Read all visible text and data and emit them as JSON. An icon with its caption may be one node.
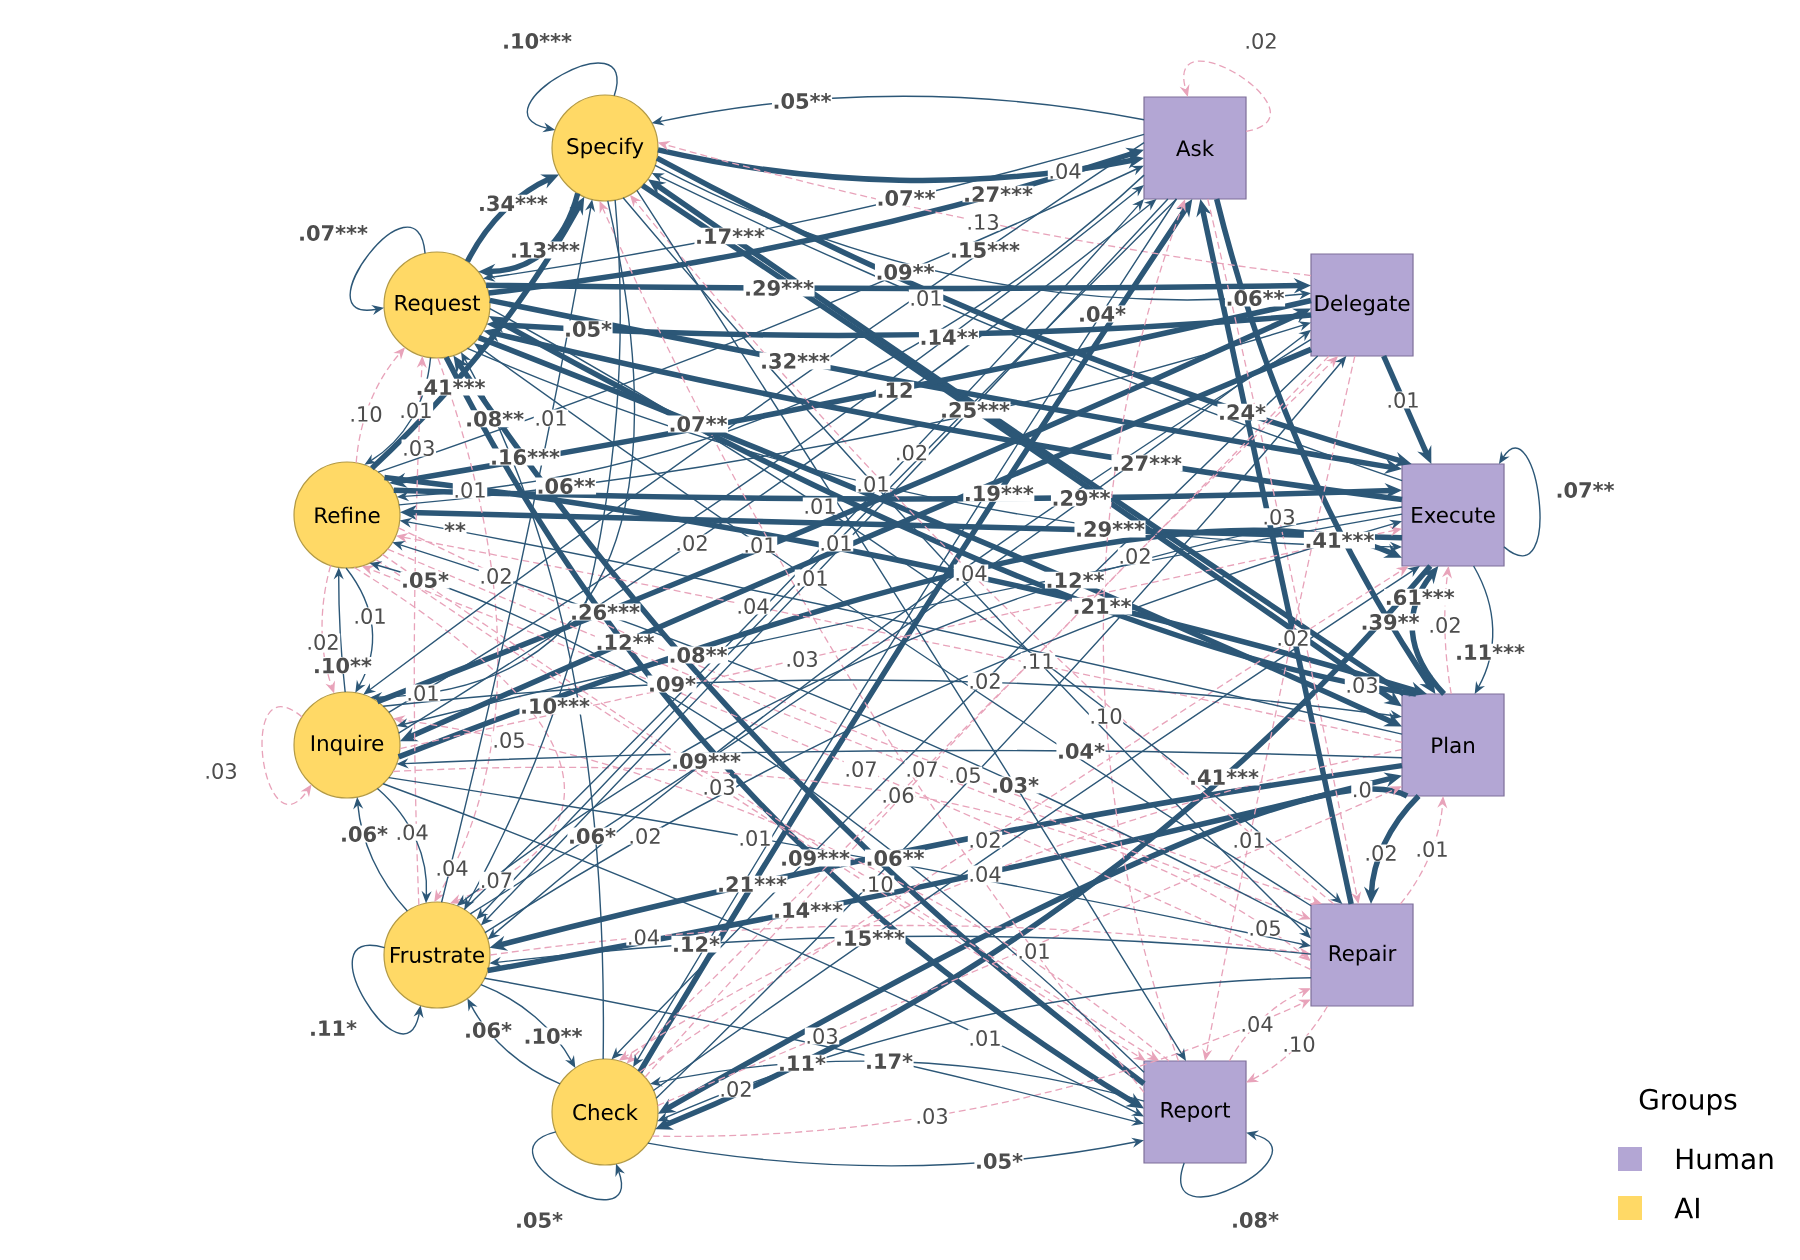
{
  "diagram": {
    "nodes": [
      {
        "text": [
          "Specify"
        ]
      },
      {
        "text": [
          "Request"
        ]
      },
      {
        "text": [
          "Refine"
        ]
      },
      {
        "text": [
          "Inquire"
        ]
      },
      {
        "text": [
          "Frustrate"
        ]
      },
      {
        "text": [
          "Check"
        ]
      },
      {
        "text": [
          "Ask"
        ]
      },
      {
        "text": [
          "Delegate"
        ]
      },
      {
        "text": [
          "Execute"
        ]
      },
      {
        "text": [
          "Plan"
        ]
      },
      {
        "text": [
          "Repair"
        ]
      },
      {
        "text": [
          "Report"
        ]
      }
    ],
    "edges": [
      {
        "from": 6,
        "to": 0,
        "arrow": "to",
        "label": ".05**"
      },
      {
        "from": 1,
        "to": 0,
        "arrow": "to",
        "label": ".34***",
        "style": "thick"
      },
      {
        "from": 9,
        "to": 0,
        "arrow": "to",
        "label": ".17***",
        "style": "thick"
      },
      {
        "from": 0,
        "to": 1,
        "arrow": "to",
        "label": ".13***",
        "style": "thick"
      },
      {
        "from": 2,
        "to": 0,
        "arrow": "to",
        "label": ".41***",
        "style": "thick"
      },
      {
        "from": 7,
        "to": 1,
        "arrow": "to",
        "label": ".05*",
        "style": "thick"
      },
      {
        "from": 2,
        "to": 1,
        "arrow": "to",
        "label": ".10",
        "style": "dashed",
        "color": "#e8a3ba"
      },
      {
        "from": 1,
        "to": 2,
        "arrow": "to",
        "label": ".01"
      },
      {
        "from": 5,
        "to": 1,
        "arrow": "to",
        "label": ".08**"
      },
      {
        "from": 11,
        "to": 1,
        "arrow": "to",
        "label": ".16***",
        "style": "thick"
      },
      {
        "from": 4,
        "to": 0,
        "arrow": "to",
        "label": ".01"
      },
      {
        "from": 1,
        "to": 9,
        "arrow": "to",
        "label": ".07**",
        "style": "thick"
      },
      {
        "from": 4,
        "to": 1,
        "arrow": "to",
        "label": ".03",
        "style": "dashed",
        "color": "#e8a3ba"
      },
      {
        "from": 6,
        "to": 2,
        "arrow": "to",
        "label": ".01"
      },
      {
        "from": 2,
        "to": 7,
        "arrow": "to",
        "label": ".06**"
      },
      {
        "from": 9,
        "to": 2,
        "arrow": "to",
        "label": "**"
      },
      {
        "from": 11,
        "to": 2,
        "arrow": "to",
        "label": ".05*"
      },
      {
        "from": 10,
        "to": 2,
        "arrow": "to",
        "label": ".02"
      },
      {
        "from": 3,
        "to": 6,
        "arrow": "to",
        "label": ".02"
      },
      {
        "from": 3,
        "to": 7,
        "arrow": "to",
        "label": ".26***",
        "style": "thick"
      },
      {
        "from": 7,
        "to": 3,
        "arrow": "to",
        "label": ".12**",
        "style": "thick"
      },
      {
        "from": 3,
        "to": 2,
        "arrow": "to",
        "label": ".10**"
      },
      {
        "from": 2,
        "to": 3,
        "arrow": "to",
        "label": ".01"
      },
      {
        "from": 2,
        "to": 3,
        "arrow": "to",
        "label": ".02",
        "style": "dashed",
        "color": "#e8a3ba"
      },
      {
        "from": 0,
        "to": 3,
        "arrow": "to",
        "label": ".01"
      },
      {
        "from": 0,
        "to": 4,
        "arrow": "to",
        "label": ".10***"
      },
      {
        "from": 8,
        "to": 3,
        "arrow": "to",
        "label": ".08**"
      },
      {
        "from": 3,
        "to": 9,
        "arrow": "to",
        "label": ".09*"
      },
      {
        "from": 11,
        "to": 3,
        "arrow": "to",
        "label": ".05",
        "style": "dashed",
        "color": "#e8a3ba"
      },
      {
        "from": 7,
        "to": 4,
        "arrow": "to",
        "label": ".09***"
      },
      {
        "from": 2,
        "to": 11,
        "arrow": "to",
        "label": ".03",
        "style": "dashed",
        "color": "#e8a3ba"
      },
      {
        "from": 4,
        "to": 3,
        "arrow": "to",
        "label": ".06*"
      },
      {
        "from": 3,
        "to": 4,
        "arrow": "to",
        "label": ".04"
      },
      {
        "from": 4,
        "to": 7,
        "arrow": "to",
        "label": ".06*"
      },
      {
        "from": 4,
        "to": 8,
        "arrow": "to",
        "label": ".02"
      },
      {
        "from": 1,
        "to": 4,
        "arrow": "to",
        "label": ".04",
        "style": "dashed",
        "color": "#e8a3ba"
      },
      {
        "from": 2,
        "to": 4,
        "arrow": "to",
        "label": ".07",
        "style": "dashed",
        "color": "#e8a3ba"
      },
      {
        "from": 9,
        "to": 4,
        "arrow": "to",
        "label": ".21***",
        "style": "thick"
      },
      {
        "from": 4,
        "to": 9,
        "arrow": "to",
        "label": ".14***",
        "style": "thick"
      },
      {
        "from": 10,
        "to": 4,
        "arrow": "to",
        "label": ".12*"
      },
      {
        "from": 4,
        "to": 5,
        "arrow": "to",
        "label": ".10**"
      },
      {
        "from": 5,
        "to": 4,
        "arrow": "to",
        "label": ".06*"
      },
      {
        "from": 10,
        "to": 5,
        "arrow": "to",
        "label": ".02"
      },
      {
        "from": 11,
        "to": 5,
        "arrow": "to",
        "label": ".11*"
      },
      {
        "from": 4,
        "to": 11,
        "arrow": "to",
        "label": ".17*"
      },
      {
        "from": 5,
        "to": 10,
        "arrow": "to",
        "label": ".03",
        "style": "dashed",
        "color": "#e8a3ba"
      },
      {
        "from": 5,
        "to": 11,
        "arrow": "to",
        "label": ".05*"
      },
      {
        "from": 4,
        "to": 10,
        "arrow": "to",
        "label": ".04",
        "style": "dashed",
        "color": "#e8a3ba"
      },
      {
        "from": 5,
        "to": 8,
        "arrow": "to",
        "label": ".15***"
      },
      {
        "from": 8,
        "to": 5,
        "arrow": "to",
        "label": ".41***",
        "style": "thick"
      },
      {
        "from": 5,
        "to": 9,
        "arrow": "to",
        "label": ".03",
        "style": "dashed",
        "color": "#e8a3ba"
      },
      {
        "from": 3,
        "to": 11,
        "arrow": "to",
        "label": ".01"
      },
      {
        "from": 11,
        "to": 0,
        "arrow": "to",
        "label": ".01",
        "style": "dashed",
        "color": "#e8a3ba"
      },
      {
        "from": 7,
        "to": 11,
        "arrow": "to",
        "label": ".01",
        "style": "dashed",
        "color": "#e8a3ba"
      },
      {
        "from": 3,
        "to": 10,
        "arrow": "to",
        "label": ".05",
        "style": "dashed",
        "color": "#e8a3ba"
      },
      {
        "from": 11,
        "to": 10,
        "arrow": "to",
        "label": ".04",
        "style": "dashed",
        "color": "#e8a3ba"
      },
      {
        "from": 10,
        "to": 11,
        "arrow": "to",
        "label": ".10",
        "style": "dashed",
        "color": "#e8a3ba"
      },
      {
        "from": 9,
        "to": 10,
        "arrow": "to",
        "label": ".02",
        "style": "thick"
      },
      {
        "from": 10,
        "to": 9,
        "arrow": "to",
        "label": ".01",
        "style": "dashed",
        "color": "#e8a3ba"
      },
      {
        "from": 9,
        "to": 5,
        "arrow": "to",
        "label": ".0",
        "style": "thick"
      },
      {
        "from": 8,
        "to": 9,
        "arrow": "to",
        "label": ".11***"
      },
      {
        "from": 9,
        "to": 8,
        "arrow": "to",
        "label": ".61***",
        "style": "thick"
      },
      {
        "from": 6,
        "to": 9,
        "arrow": "to",
        "label": ".39**",
        "style": "thick"
      },
      {
        "from": 9,
        "to": 8,
        "arrow": "to",
        "label": ".02",
        "style": "dashed",
        "color": "#e8a3ba"
      },
      {
        "from": 9,
        "to": 1,
        "arrow": "to",
        "label": ".03",
        "style": "thick"
      },
      {
        "from": 0,
        "to": 9,
        "arrow": "to",
        "label": ".25***",
        "style": "thick"
      },
      {
        "from": 0,
        "to": 8,
        "arrow": "to",
        "label": ".24*",
        "style": "thick"
      },
      {
        "from": 1,
        "to": 8,
        "arrow": "to",
        "label": ".32***",
        "style": "thick"
      },
      {
        "from": 8,
        "to": 1,
        "arrow": "to",
        "label": ".27***",
        "style": "thick"
      },
      {
        "from": 1,
        "to": 7,
        "arrow": "to",
        "label": ".29***",
        "style": "thick"
      },
      {
        "from": 7,
        "to": 0,
        "arrow": "to",
        "label": ".13",
        "style": "dashed",
        "color": "#e8a3ba"
      },
      {
        "from": 0,
        "to": 7,
        "arrow": "to",
        "label": ".06**"
      },
      {
        "from": 8,
        "to": 0,
        "arrow": "to",
        "label": ".01"
      },
      {
        "from": 7,
        "to": 2,
        "arrow": "to",
        "label": ".12",
        "style": "thick"
      },
      {
        "from": 2,
        "to": 8,
        "arrow": "to",
        "label": ".29**",
        "style": "thick"
      },
      {
        "from": 8,
        "to": 2,
        "arrow": "to",
        "label": ".29***",
        "style": "thick"
      },
      {
        "from": 5,
        "to": 6,
        "arrow": "to",
        "label": ".19***",
        "style": "thick"
      },
      {
        "from": 6,
        "to": 5,
        "arrow": "to",
        "label": ".04*"
      },
      {
        "from": 3,
        "to": 6,
        "arrow": "to",
        "label": ".14**"
      },
      {
        "from": 6,
        "to": 3,
        "arrow": "to",
        "label": ".15***"
      },
      {
        "from": 2,
        "to": 6,
        "arrow": "to",
        "label": ".09**"
      },
      {
        "from": 6,
        "to": 1,
        "arrow": "to",
        "label": ".07**"
      },
      {
        "from": 1,
        "to": 6,
        "arrow": "to",
        "label": ".27***",
        "style": "thick"
      },
      {
        "from": 0,
        "to": 6,
        "arrow": "to",
        "label": ".04",
        "style": "thick"
      },
      {
        "from": 7,
        "to": 8,
        "arrow": "to",
        "label": ".01",
        "style": "thick"
      },
      {
        "from": 3,
        "to": 8,
        "arrow": "to",
        "label": ".41***",
        "style": "thick"
      },
      {
        "from": 6,
        "to": 10,
        "arrow": "to",
        "label": ".03",
        "style": "dashed",
        "color": "#e8a3ba"
      },
      {
        "from": 10,
        "to": 6,
        "arrow": "to",
        "label": ".02",
        "style": "thick"
      },
      {
        "from": 8,
        "to": 4,
        "arrow": "to",
        "label": ".12**"
      },
      {
        "from": 2,
        "to": 9,
        "arrow": "to",
        "label": ".21**",
        "style": "thick"
      },
      {
        "from": 10,
        "to": 0,
        "arrow": "to",
        "label": ".04",
        "style": "dashed",
        "color": "#e8a3ba"
      },
      {
        "from": 5,
        "to": 7,
        "arrow": "to",
        "label": ".02",
        "style": "dashed",
        "color": "#e8a3ba"
      },
      {
        "from": 6,
        "to": 4,
        "arrow": "to",
        "label": ".01"
      },
      {
        "from": 0,
        "to": 10,
        "arrow": "to",
        "label": ".11"
      },
      {
        "from": 7,
        "to": 5,
        "arrow": "to",
        "label": ".02"
      },
      {
        "from": 2,
        "to": 10,
        "arrow": "to",
        "label": ".05",
        "style": "dashed",
        "color": "#e8a3ba"
      },
      {
        "from": 11,
        "to": 6,
        "arrow": "to",
        "label": ".10",
        "style": "dashed",
        "color": "#e8a3ba"
      },
      {
        "from": 9,
        "to": 3,
        "arrow": "to",
        "label": ".04*"
      },
      {
        "from": 0,
        "to": 11,
        "arrow": "to",
        "label": ".03*"
      },
      {
        "from": 1,
        "to": 11,
        "arrow": "to",
        "label": ".09***",
        "style": "thick"
      },
      {
        "from": 5,
        "to": 7,
        "arrow": "to",
        "label": ".06**"
      },
      {
        "from": 3,
        "to": 10,
        "arrow": "to",
        "label": ".01"
      },
      {
        "from": 2,
        "to": 11,
        "arrow": "to",
        "label": ".10",
        "style": "dashed",
        "color": "#e8a3ba"
      },
      {
        "from": 5,
        "to": 8,
        "arrow": "to",
        "label": ".02",
        "style": "dashed",
        "color": "#e8a3ba"
      },
      {
        "from": 9,
        "to": 5,
        "arrow": "to",
        "label": ".04",
        "style": "dashed",
        "color": "#e8a3ba"
      },
      {
        "from": 9,
        "to": 2,
        "arrow": "to",
        "label": ".04",
        "style": "dashed",
        "color": "#e8a3ba"
      },
      {
        "from": 3,
        "to": 8,
        "arrow": "to",
        "label": ".03",
        "style": "dashed",
        "color": "#e8a3ba"
      },
      {
        "from": 10,
        "to": 2,
        "arrow": "to",
        "label": ".07",
        "style": "dashed",
        "color": "#e8a3ba"
      },
      {
        "from": 2,
        "to": 10,
        "arrow": "to",
        "label": ".07",
        "style": "dashed",
        "color": "#e8a3ba"
      },
      {
        "from": 7,
        "to": 5,
        "arrow": "to",
        "label": ".06",
        "style": "dashed",
        "color": "#e8a3ba"
      },
      {
        "from": 10,
        "to": 1,
        "arrow": "to",
        "label": ".01"
      },
      {
        "from": 1,
        "to": 10,
        "arrow": "to",
        "label": ".01"
      },
      {
        "from": 1,
        "to": 8,
        "arrow": "to",
        "label": ".01"
      },
      {
        "from": 4,
        "to": 6,
        "arrow": "to",
        "label": ".02"
      },
      {
        "from": 6,
        "to": 4,
        "arrow": "to",
        "label": ".01"
      },
      {
        "from": 0,
        "to": 0,
        "arrow": "to",
        "label": ".10***"
      },
      {
        "from": 1,
        "to": 1,
        "arrow": "to",
        "label": ".07***"
      },
      {
        "from": 3,
        "to": 3,
        "arrow": "to",
        "label": ".03",
        "style": "dashed",
        "color": "#e8a3ba"
      },
      {
        "from": 4,
        "to": 4,
        "arrow": "to",
        "label": ".11*"
      },
      {
        "from": 5,
        "to": 5,
        "arrow": "to",
        "label": ".05*"
      },
      {
        "from": 6,
        "to": 6,
        "arrow": "to",
        "label": ".02",
        "style": "dashed",
        "color": "#e8a3ba"
      },
      {
        "from": 8,
        "to": 8,
        "arrow": "to",
        "label": ".07**"
      },
      {
        "from": 11,
        "to": 11,
        "arrow": "to",
        "label": ".08*"
      }
    ],
    "labels": [
      "Groups"
    ],
    "legend": [
      {
        "text": "Human",
        "color": "#b3a6d4"
      },
      {
        "text": "AI",
        "color": "#ffd966"
      }
    ]
  }
}
